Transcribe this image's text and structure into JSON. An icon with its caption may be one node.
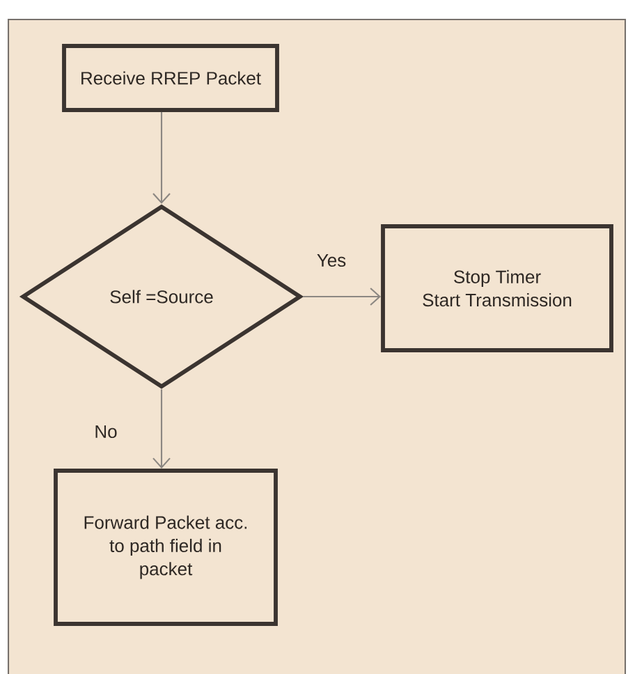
{
  "diagram": {
    "nodes": [
      {
        "text": [
          "Receive RREP Packet"
        ]
      },
      {
        "text": [
          "Self =Source"
        ]
      },
      {
        "text": [
          "Stop Timer",
          "Start Transmission"
        ]
      },
      {
        "text": [
          "Forward Packet acc. to path field in packet"
        ]
      }
    ],
    "edges": [
      {
        "from": 0,
        "to": 1,
        "arrow": "to"
      },
      {
        "from": 1,
        "to": 2,
        "arrow": "to",
        "label": "Yes"
      },
      {
        "from": 1,
        "to": 3,
        "arrow": "to",
        "label": "No"
      }
    ]
  }
}
